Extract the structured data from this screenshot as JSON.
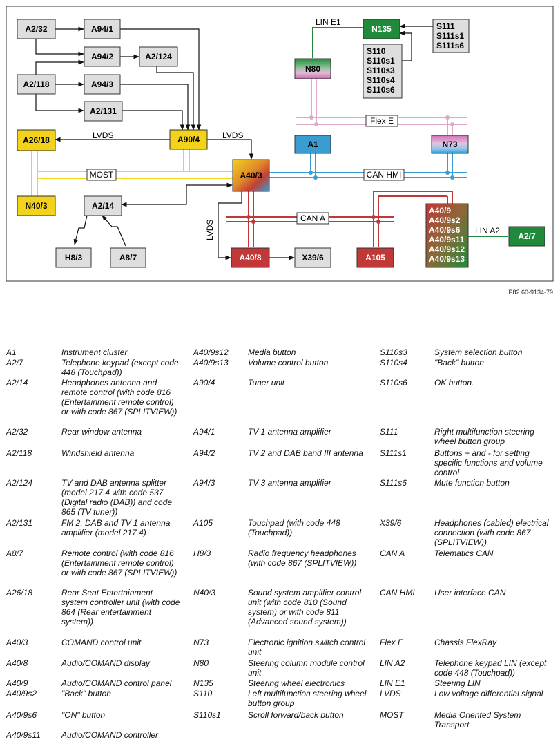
{
  "reference": "P82.60-9134-79",
  "boxes": {
    "A2_32": "A2/32",
    "A94_1": "A94/1",
    "A94_2": "A94/2",
    "A2_124": "A2/124",
    "A2_118": "A2/118",
    "A94_3": "A94/3",
    "A2_131": "A2/131",
    "A26_18": "A26/18",
    "A90_4": "A90/4",
    "N40_3": "N40/3",
    "A2_14": "A2/14",
    "A40_3": "A40/3",
    "H8_3": "H8/3",
    "A8_7": "A8/7",
    "A40_8": "A40/8",
    "X39_6": "X39/6",
    "A105": "A105",
    "N135": "N135",
    "N80": "N80",
    "A1": "A1",
    "N73": "N73",
    "A2_7": "A2/7",
    "S111": [
      "S111",
      "S111s1",
      "S111s6"
    ],
    "S110": [
      "S110",
      "S110s1",
      "S110s3",
      "S110s4",
      "S110s6"
    ],
    "A40_9": [
      "A40/9",
      "A40/9s2",
      "A40/9s6",
      "A40/9s11",
      "A40/9s12",
      "A40/9s13"
    ]
  },
  "bus_labels": {
    "lvds_left": "LVDS",
    "lvds_right": "LVDS",
    "lvds_vertical": "LVDS",
    "most": "MOST",
    "flex_e": "Flex E",
    "can_hmi": "CAN HMI",
    "can_a": "CAN A",
    "lin_e1": "LIN E1",
    "lin_a2": "LIN A2"
  },
  "legend": [
    {
      "code": "A1",
      "desc": "Instrument cluster"
    },
    {
      "code": "A2/7",
      "desc": "Telephone keypad (except code 448 (Touchpad))"
    },
    {
      "code": "A2/14",
      "desc": "Headphones antenna and remote control (with code 816 (Entertainment remote control) or with code 867 (SPLITVIEW))"
    },
    {
      "code": "A2/32",
      "desc": "Rear window antenna"
    },
    {
      "code": "A2/118",
      "desc": "Windshield antenna"
    },
    {
      "code": "A2/124",
      "desc": "TV and DAB antenna splitter (model 217.4 with code 537 (Digital radio (DAB)) and code 865 (TV tuner))"
    },
    {
      "code": "A2/131",
      "desc": "FM 2, DAB and TV 1 antenna amplifier (model 217.4)"
    },
    {
      "code": "A8/7",
      "desc": "Remote control (with code 816 (Entertainment remote control) or with code 867 (SPLITVIEW))"
    },
    {
      "code": "A26/18",
      "desc": "Rear Seat Entertainment system controller unit (with code 864 (Rear entertainment system))"
    },
    {
      "code": "A40/3",
      "desc": "COMAND control unit"
    },
    {
      "code": "A40/8",
      "desc": "Audio/COMAND display"
    },
    {
      "code": "A40/9",
      "desc": "Audio/COMAND control panel"
    },
    {
      "code": "A40/9s2",
      "desc": "\"Back\" button"
    },
    {
      "code": "A40/9s6",
      "desc": "\"ON\" button"
    },
    {
      "code": "A40/9s11",
      "desc": "Audio/COMAND controller"
    },
    {
      "code": "A40/9s12",
      "desc": "Media button"
    },
    {
      "code": "A40/9s13",
      "desc": "Volume control button"
    },
    {
      "code": "A90/4",
      "desc": "Tuner unit"
    },
    {
      "code": "A94/1",
      "desc": "TV 1 antenna amplifier"
    },
    {
      "code": "A94/2",
      "desc": "TV 2 and DAB band III antenna"
    },
    {
      "code": "A94/3",
      "desc": "TV 3 antenna amplifier"
    },
    {
      "code": "A105",
      "desc": "Touchpad (with code 448 (Touchpad))"
    },
    {
      "code": "H8/3",
      "desc": "Radio frequency headphones (with code 867 (SPLITVIEW))"
    },
    {
      "code": "N40/3",
      "desc": "Sound system amplifier control unit (with code 810 (Sound system) or with code 811 (Advanced sound system))"
    },
    {
      "code": "N73",
      "desc": "Electronic ignition switch control unit"
    },
    {
      "code": "N80",
      "desc": "Steering column module control unit"
    },
    {
      "code": "N135",
      "desc": "Steering wheel electronics"
    },
    {
      "code": "S110",
      "desc": "Left multifunction steering wheel button group"
    },
    {
      "code": "S110s1",
      "desc": "Scroll forward/back button"
    },
    {
      "code": "S110s3",
      "desc": "System selection button"
    },
    {
      "code": "S110s4",
      "desc": "\"Back\" button"
    },
    {
      "code": "S110s6",
      "desc": "OK button."
    },
    {
      "code": "S111",
      "desc": "Right multifunction steering wheel button group"
    },
    {
      "code": "S111s1",
      "desc": "Buttons + and - for setting specific functions and volume control"
    },
    {
      "code": "S111s6",
      "desc": "Mute function button"
    },
    {
      "code": "X39/6",
      "desc": "Headphones (cabled) electrical connection (with code 867 (SPLITVIEW))"
    },
    {
      "code": "CAN A",
      "desc": "Telematics CAN"
    },
    {
      "code": "CAN HMI",
      "desc": "User interface CAN"
    },
    {
      "code": "Flex E",
      "desc": "Chassis FlexRay"
    },
    {
      "code": "LIN A2",
      "desc": "Telephone keypad LIN (except code 448 (Touchpad))"
    },
    {
      "code": "LIN E1",
      "desc": "Steering LIN"
    },
    {
      "code": "LVDS",
      "desc": "Low voltage differential signal"
    },
    {
      "code": "MOST",
      "desc": "Media Oriented System Transport"
    }
  ],
  "colors": {
    "yellow": "#f2d21a",
    "blue": "#3a9dd1",
    "red": "#c03838",
    "green": "#1f8a3a",
    "grey": "#dedede",
    "pink": "#e0a8c8"
  }
}
